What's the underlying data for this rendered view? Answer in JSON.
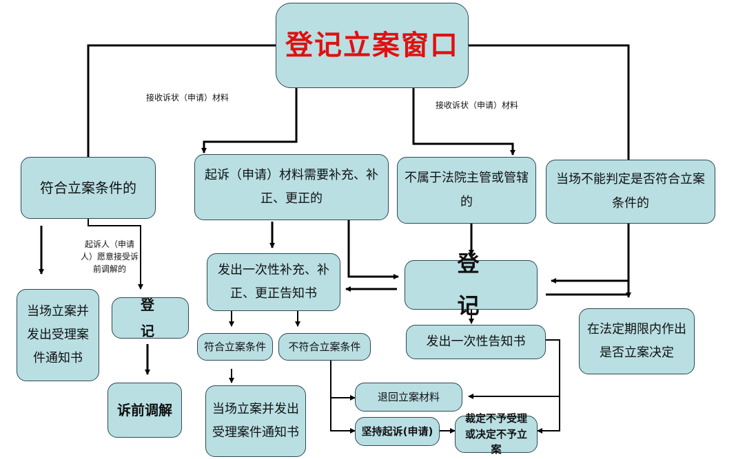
{
  "title": "登记立案窗口",
  "labels": {
    "receive_left": "接收诉状（申请）材料",
    "receive_right": "接收诉状（申请）材料",
    "mediation_consent": "起诉人（申请人）愿意接受诉前调解的"
  },
  "boxes": {
    "meets_conditions": "符合立案条件的",
    "needs_supplement": "起诉（申请）材料需要补充、补正、更正的",
    "not_court_jurisdiction": "不属于法院主管或管辖的",
    "cannot_determine": "当场不能判定是否符合立案条件的",
    "onsite_filing_notice": "当场立案并发出受理案件通知书",
    "register_left": "登记",
    "pre_litigation_mediation": "诉前调解",
    "issue_supplement_notice": "发出一次性补充、补正、更正告知书",
    "supplement_meets": "符合立案条件",
    "supplement_not_meets": "不符合立案条件",
    "onsite_filing_notice_2": "当场立案并发出受理案件通知书",
    "register_center": "登记",
    "issue_one_time_notice": "发出一次性告知书",
    "decide_within_limit": "在法定期限内作出是否立案决定",
    "return_materials": "退回立案材料",
    "insist_suit": "坚持起诉(申请)",
    "ruling_not_accept": "裁定不予受理或决定不予立案"
  }
}
